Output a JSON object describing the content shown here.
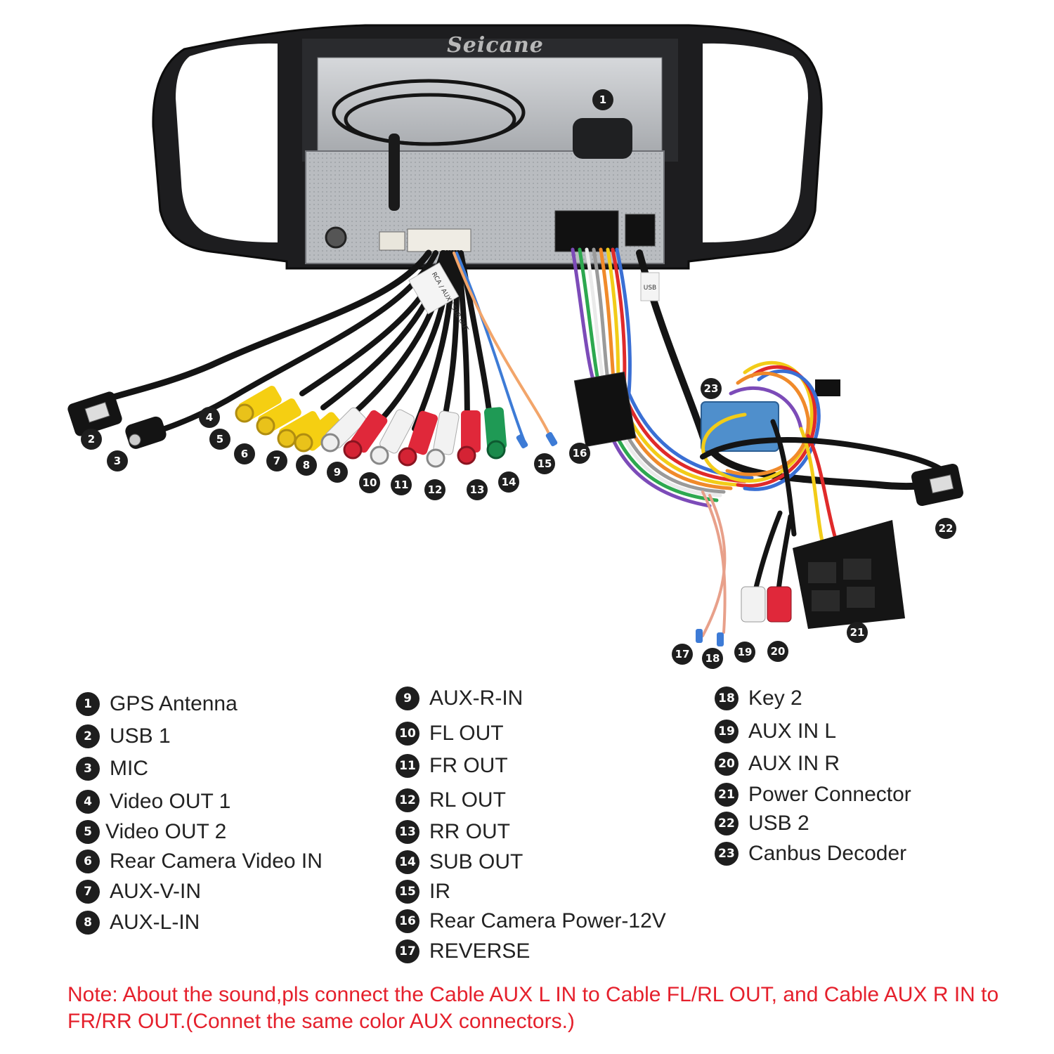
{
  "brand": "Seicane",
  "diagram_tags": {
    "rca_tag": "RCA / AUX / SUB OUT",
    "usb_tag": "USB"
  },
  "legend": {
    "columns": [
      [
        {
          "num": "1",
          "label": "GPS Antenna"
        },
        {
          "num": "2",
          "label": "USB 1"
        },
        {
          "num": "3",
          "label": "MIC"
        },
        {
          "num": "4",
          "label": "Video OUT 1"
        },
        {
          "num": "5",
          "label": "Video OUT 2"
        },
        {
          "num": "6",
          "label": "Rear Camera Video IN"
        },
        {
          "num": "7",
          "label": "AUX-V-IN"
        },
        {
          "num": "8",
          "label": "AUX-L-IN"
        }
      ],
      [
        {
          "num": "9",
          "label": "AUX-R-IN"
        },
        {
          "num": "10",
          "label": "FL OUT"
        },
        {
          "num": "11",
          "label": "FR OUT"
        },
        {
          "num": "12",
          "label": "RL OUT"
        },
        {
          "num": "13",
          "label": "RR OUT"
        },
        {
          "num": "14",
          "label": "SUB OUT"
        },
        {
          "num": "15",
          "label": "IR"
        },
        {
          "num": "16",
          "label": "Rear Camera Power-12V"
        },
        {
          "num": "17",
          "label": "REVERSE"
        }
      ],
      [
        {
          "num": "18",
          "label": "Key 2"
        },
        {
          "num": "19",
          "label": "AUX IN L"
        },
        {
          "num": "20",
          "label": "AUX IN R"
        },
        {
          "num": "21",
          "label": "Power Connector"
        },
        {
          "num": "22",
          "label": "USB 2"
        },
        {
          "num": "23",
          "label": "Canbus Decoder"
        }
      ]
    ]
  },
  "note": "Note: About the sound,pls connect the Cable AUX L IN to Cable FL/RL OUT, and Cable AUX R IN to  FR/RR OUT.(Connet the same color AUX connectors.)",
  "colors": {
    "callout": "#1e1e1e",
    "note_text": "#e5202c",
    "rca_yellow": "#f5cf12",
    "rca_red": "#e0283a",
    "rca_white": "#f2f2f2",
    "rca_green": "#1f9a55",
    "canbus_box": "#4f8fcc"
  }
}
